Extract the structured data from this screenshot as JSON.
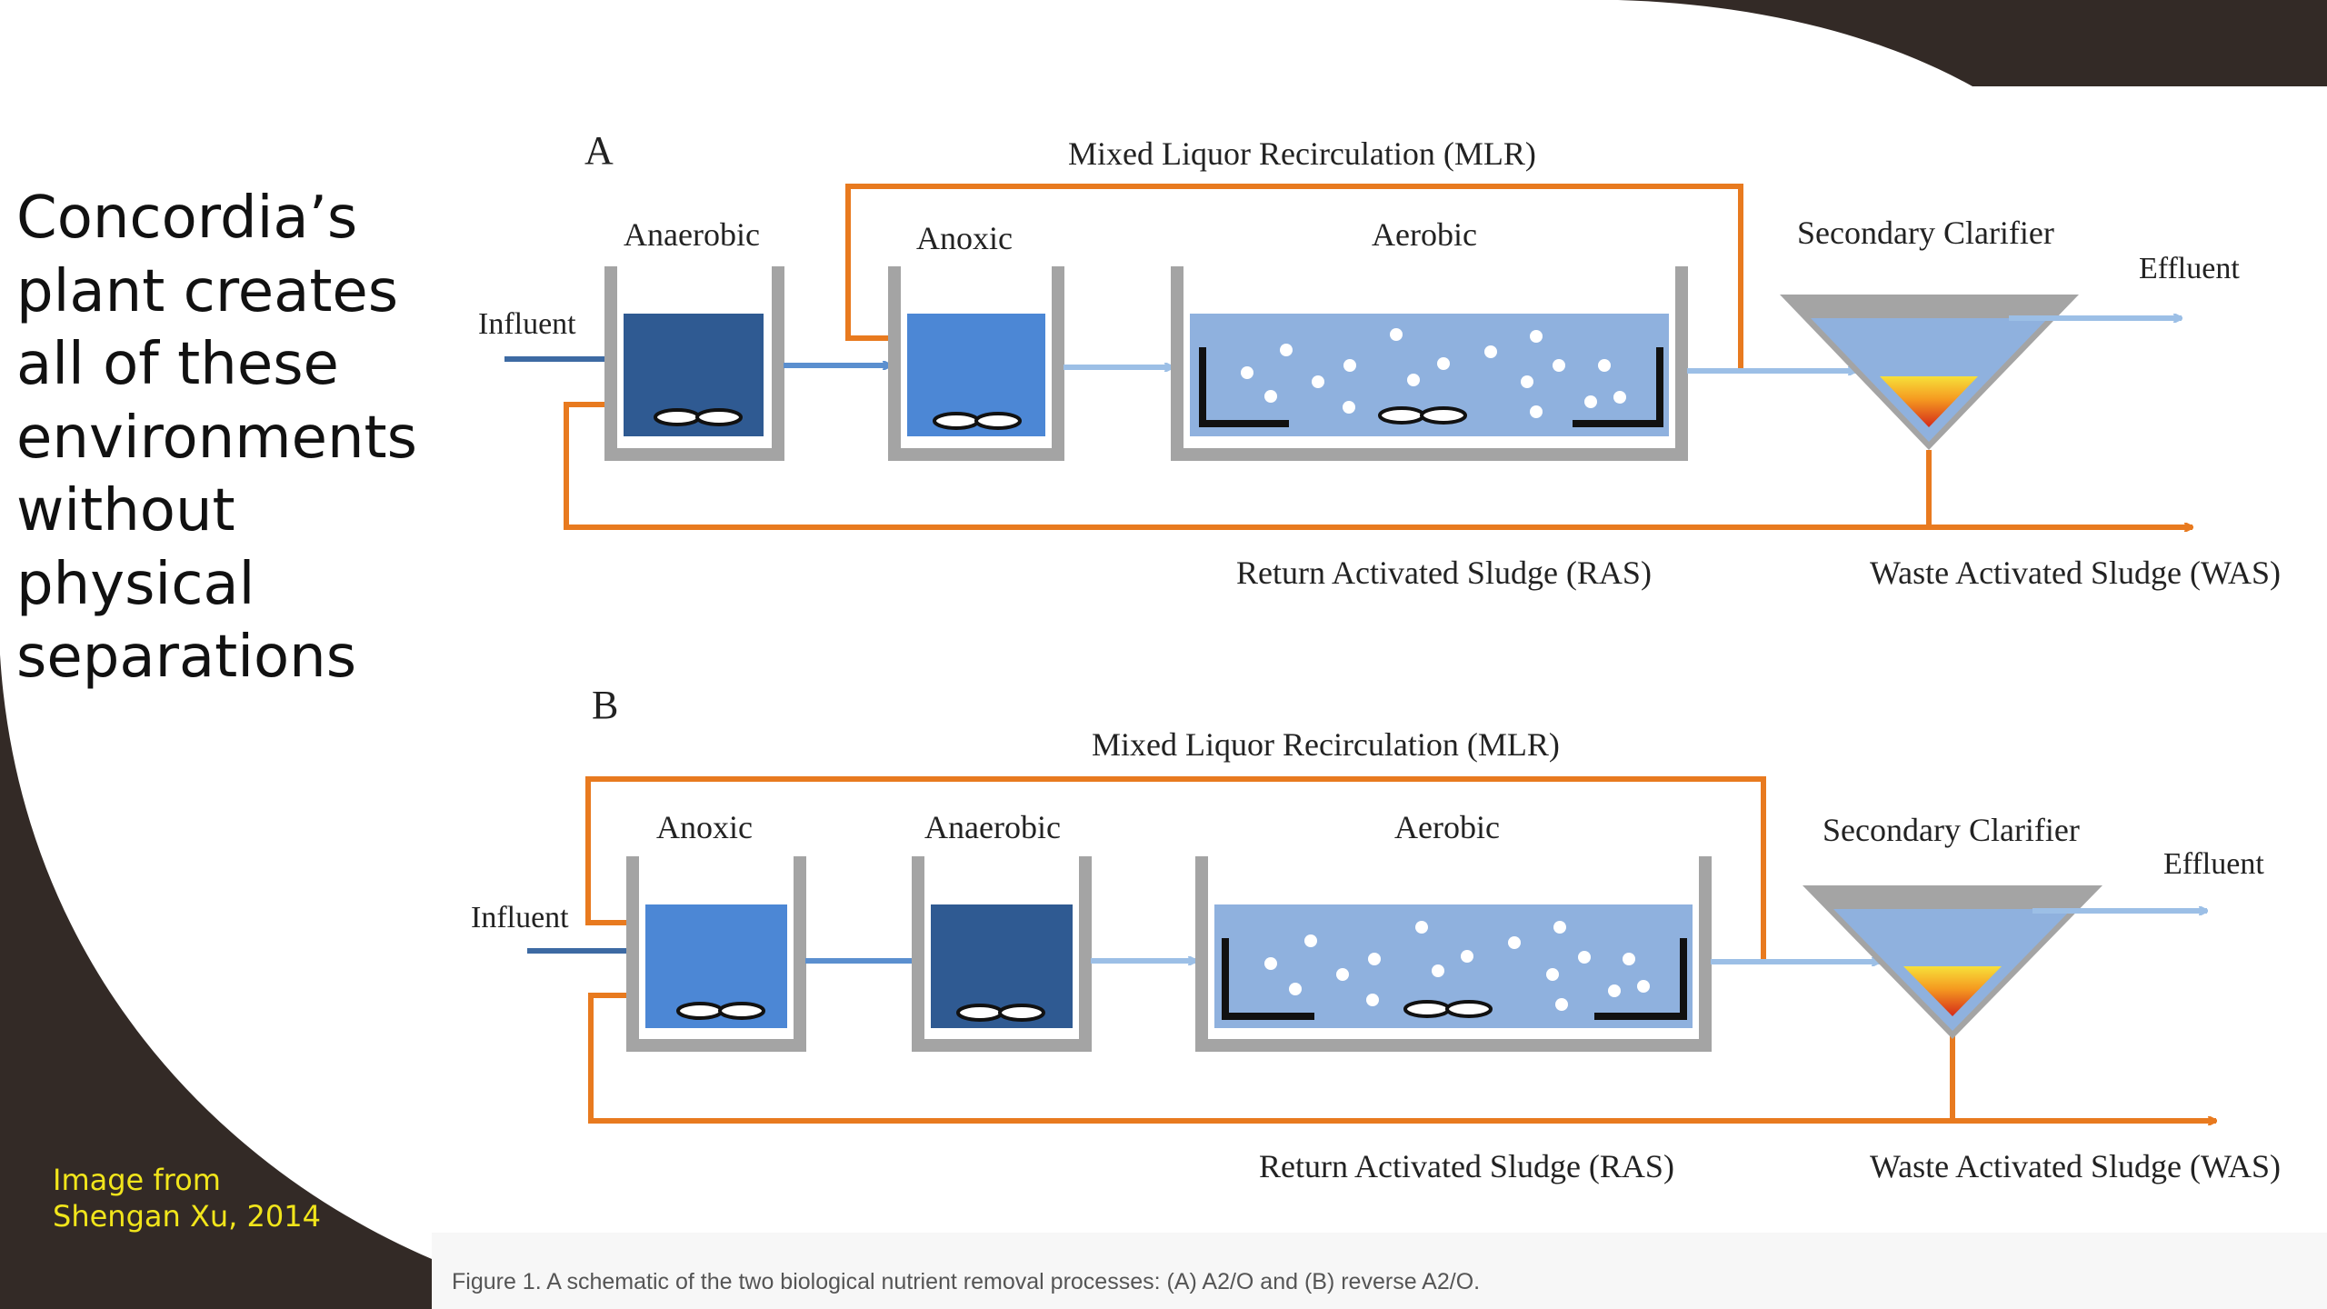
{
  "slide": {
    "heading_lines": [
      "Concordia’s",
      "plant creates",
      "all of these",
      "environments",
      "without",
      "physical",
      "separations"
    ],
    "credit_lines": [
      "Image from",
      "Shengan Xu, 2014"
    ],
    "caption": "Figure 1. A schematic of the two biological nutrient removal processes: (A) A2/O and (B) reverse A2/O.",
    "colors": {
      "background_shape": "#332a26",
      "credit_text": "#f1e51b",
      "recirculation": "#e87a1f",
      "flow_arrow": "#5b8fcf"
    }
  },
  "diagram": {
    "a": {
      "panel_label": "A",
      "mlr_label": "Mixed Liquor Recirculation (MLR)",
      "tank1_label": "Anaerobic",
      "tank2_label": "Anoxic",
      "tank3_label": "Aerobic",
      "clarifier_label": "Secondary Clarifier",
      "influent_label": "Influent",
      "effluent_label": "Effluent",
      "ras_label": "Return Activated Sludge (RAS)",
      "was_label": "Waste Activated Sludge (WAS)"
    },
    "b": {
      "panel_label": "B",
      "mlr_label": "Mixed Liquor Recirculation (MLR)",
      "tank1_label": "Anoxic",
      "tank2_label": "Anaerobic",
      "tank3_label": "Aerobic",
      "clarifier_label": "Secondary Clarifier",
      "influent_label": "Influent",
      "effluent_label": "Effluent",
      "ras_label": "Return Activated Sludge (RAS)",
      "was_label": "Waste Activated Sludge (WAS)"
    }
  }
}
